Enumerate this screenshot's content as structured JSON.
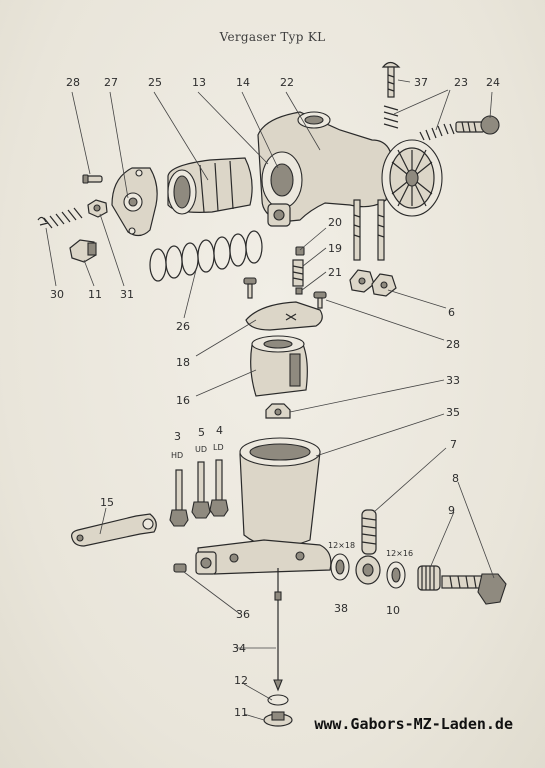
{
  "title": "Vergaser Typ KL",
  "watermark": "www.Gabors-MZ-Laden.de",
  "labels": {
    "p28a": "28",
    "p27": "27",
    "p25": "25",
    "p13": "13",
    "p14": "14",
    "p22": "22",
    "p37": "37",
    "p23": "23",
    "p24": "24",
    "p20": "20",
    "p19": "19",
    "p21": "21",
    "p30": "30",
    "p11a": "11",
    "p31": "31",
    "p26": "26",
    "p6": "6",
    "p28b": "28",
    "p18": "18",
    "p16": "16",
    "p33": "33",
    "p35": "35",
    "p3": "3",
    "p3s": "HD",
    "p5": "5",
    "p5s": "UD",
    "p4": "4",
    "p4s": "LD",
    "p7": "7",
    "p8": "8",
    "p9": "9",
    "p15": "15",
    "p12x18": "12×18",
    "p12x16": "12×16",
    "p38": "38",
    "p10": "10",
    "p36": "36",
    "p34": "34",
    "p12": "12",
    "p11b": "11"
  }
}
